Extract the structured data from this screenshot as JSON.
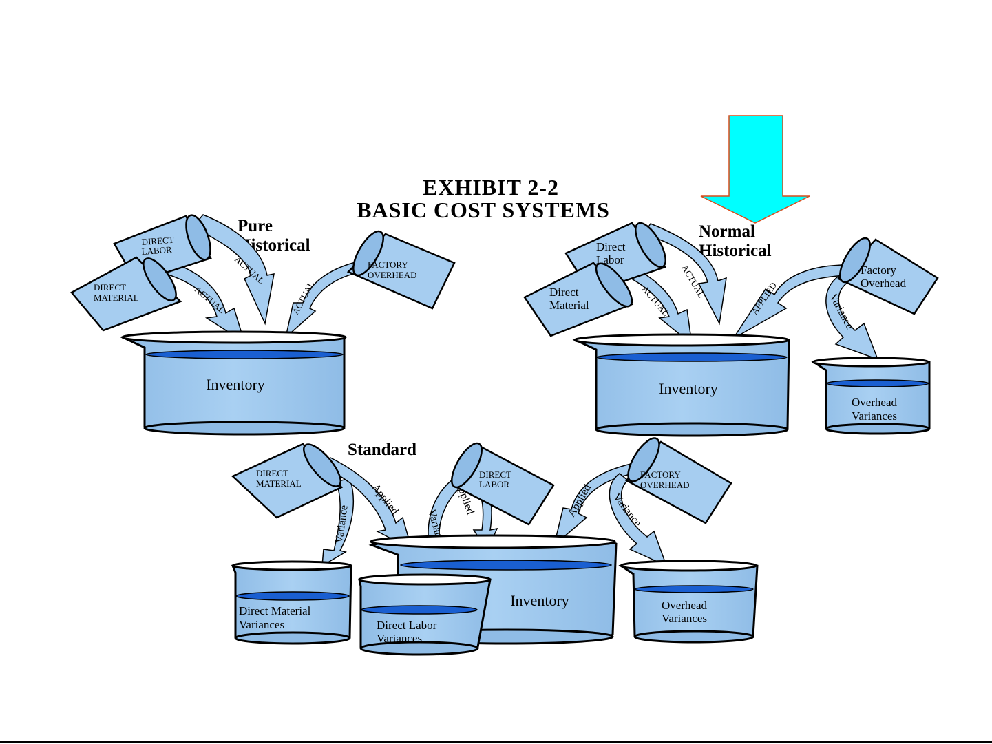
{
  "exhibit": {
    "title_line1": "EXHIBIT 2-2",
    "title_line2": "BASIC COST SYSTEMS"
  },
  "colors": {
    "beaker_fill": "#9cc6ec",
    "liquid": "#1a5fd1",
    "arrow_fill": "#a6cdf0",
    "highlight_arrow": "#00ffff",
    "highlight_border": "#d94b1a"
  },
  "highlight_arrow_icon": "down-arrow-icon",
  "pure_historical": {
    "label_line1": "Pure",
    "label_line2": "Historical",
    "pitchers": {
      "direct_labor_1": "DIRECT",
      "direct_labor_2": "LABOR",
      "direct_material_1": "DIRECT",
      "direct_material_2": "MATERIAL",
      "factory_overhead_1": "FACTORY",
      "factory_overhead_2": "OVERHEAD"
    },
    "flows": {
      "labor": "ACTUAL",
      "material": "ACTUAL",
      "overhead": "ACTUAL"
    },
    "beaker_label": "Inventory"
  },
  "normal_historical": {
    "label_line1": "Normal",
    "label_line2": "Historical",
    "pitchers": {
      "direct_labor_1": "Direct",
      "direct_labor_2": "Labor",
      "direct_material_1": "Direct",
      "direct_material_2": "Material",
      "factory_overhead_1": "Factory",
      "factory_overhead_2": "Overhead"
    },
    "flows": {
      "labor": "ACTUAL",
      "material": "ACTUAL",
      "applied": "APPLIED",
      "variance": "Variance"
    },
    "beaker_label": "Inventory",
    "variance_beaker_1": "Overhead",
    "variance_beaker_2": "Variances"
  },
  "standard": {
    "label": "Standard",
    "pitchers": {
      "direct_material_1": "DIRECT",
      "direct_material_2": "MATERIAL",
      "direct_labor_1": "DIRECT",
      "direct_labor_2": "LABOR",
      "factory_overhead_1": "FACTORY",
      "factory_overhead_2": "OVERHEAD"
    },
    "flows": {
      "material_variance": "Variance",
      "material_applied": "Applied",
      "labor_variance": "Variance",
      "labor_applied": "Applied",
      "overhead_applied": "Applied",
      "overhead_variance": "Variance"
    },
    "beaker_label": "Inventory",
    "dm_variance_1": "Direct Material",
    "dm_variance_2": "Variances",
    "dl_variance_1": "Direct Labor",
    "dl_variance_2": "Variances",
    "oh_variance_1": "Overhead",
    "oh_variance_2": "Variances"
  }
}
